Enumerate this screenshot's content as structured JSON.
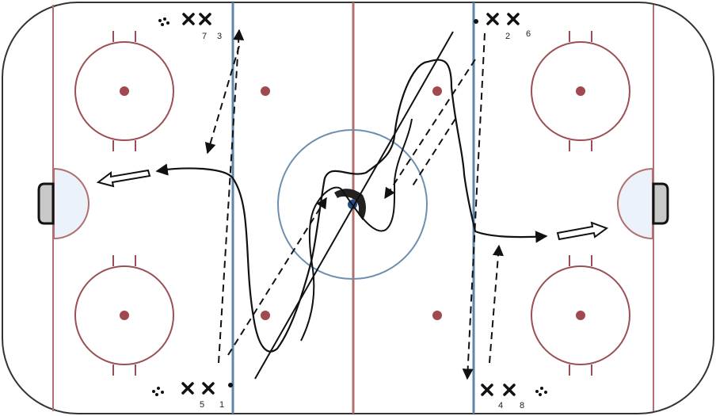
{
  "colors": {
    "background": "#ffffff",
    "boards": "#333333",
    "red_line": "#b07070",
    "blue_line": "#5f86ad",
    "circle": "#9b4f55",
    "dot": "#a04a4f",
    "crease_fill": "#ecf2f9",
    "net_fill": "#c8c8c8",
    "center_circle": "#6c8fb0",
    "puck_blue": "#1f4e8c",
    "drill_line": "#111111"
  },
  "players": {
    "top_left": {
      "labels": [
        "7",
        "3"
      ]
    },
    "top_right": {
      "labels": [
        "2",
        "6"
      ]
    },
    "bottom_left": {
      "labels": [
        "5",
        "1"
      ]
    },
    "bottom_right": {
      "labels": [
        "4",
        "8"
      ]
    }
  },
  "icons": [
    "player-x-icon",
    "puck-pile-icon",
    "puck-dot-icon",
    "pass-arrow-icon",
    "shot-arrow-icon"
  ]
}
